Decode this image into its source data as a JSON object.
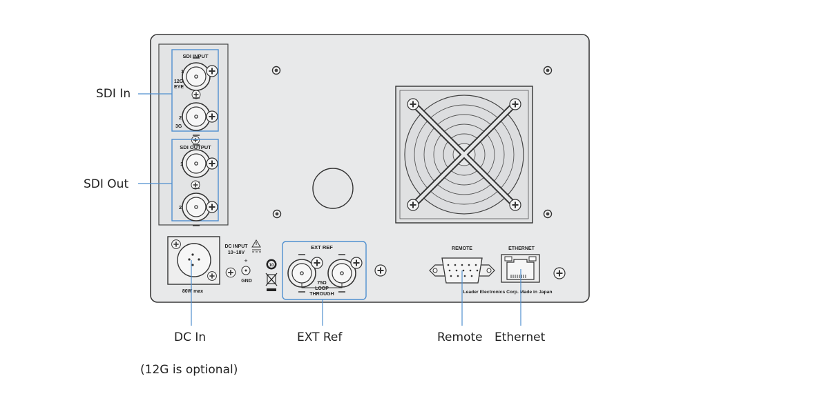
{
  "callouts": {
    "sdi_in": "SDI In",
    "sdi_out": "SDI Out",
    "dc_in": "DC In",
    "ext_ref": "EXT Ref",
    "remote": "Remote",
    "ethernet": "Ethernet",
    "note": "(12G is optional)"
  },
  "panel": {
    "sdi_input_title": "SDI  INPUT",
    "sdi_in_1": "1",
    "sdi_in_1_sub1": "12G",
    "sdi_in_1_sub2": "EYE",
    "sdi_in_2": "2",
    "sdi_in_2_sub": "3G",
    "sdi_output_title": "SDI  OUTPUT",
    "sdi_out_1": "1",
    "sdi_out_2": "2",
    "dc_label_1": "DC INPUT",
    "dc_label_2": "10~18V",
    "dc_plus": "+",
    "dc_gnd": "GND",
    "dc_power": "80W  max",
    "ext_ref_title": "EXT  REF",
    "ext_ref_imp": "75Ω",
    "ext_ref_loop": "LOOP",
    "ext_ref_through": "THROUGH",
    "remote_title": "REMOTE",
    "ethernet_title": "ETHERNET",
    "maker": "Leader  Electronics  Corp.  Made  in  Japan",
    "rohs_mark": "10"
  },
  "colors": {
    "panel_fill": "#e8e9ea",
    "outline": "#3a3a3a",
    "highlight": "#4f8fcf",
    "leader": "#4f8fcf"
  }
}
